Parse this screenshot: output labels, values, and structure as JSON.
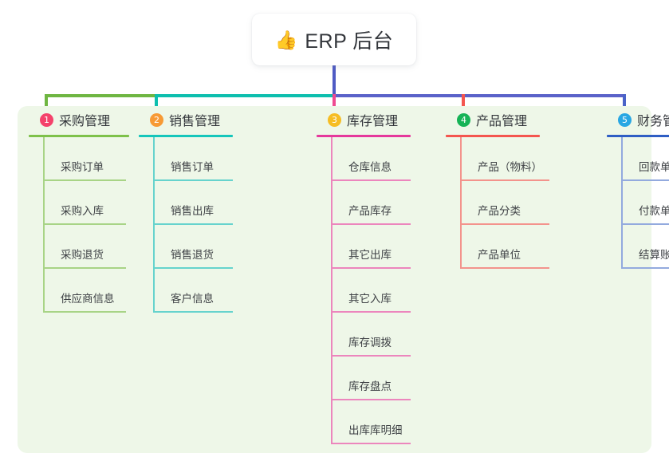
{
  "root": {
    "icon": "thumbs-up-emoji",
    "icon_glyph": "👍",
    "title": "ERP 后台"
  },
  "panel": {
    "background_color": "#eef7e8"
  },
  "columns": [
    {
      "number": "1",
      "title": "采购管理",
      "badge_color": "#f4426b",
      "rule_color": "#7ec14a",
      "line_color": "#a8d486",
      "connector_color": "#6fb642",
      "items": [
        {
          "label": "采购订单"
        },
        {
          "label": "采购入库"
        },
        {
          "label": "采购退货"
        },
        {
          "label": "供应商信息"
        }
      ]
    },
    {
      "number": "2",
      "title": "销售管理",
      "badge_color": "#f79a35",
      "rule_color": "#16c6bb",
      "line_color": "#66d3cd",
      "connector_color": "#0dbfae",
      "items": [
        {
          "label": "销售订单"
        },
        {
          "label": "销售出库"
        },
        {
          "label": "销售退货"
        },
        {
          "label": "客户信息"
        }
      ]
    },
    {
      "number": "3",
      "title": "库存管理",
      "badge_color": "#f6bd23",
      "rule_color": "#e5399c",
      "line_color": "#ec86bd",
      "connector_color": "#ef4a91",
      "items": [
        {
          "label": "仓库信息"
        },
        {
          "label": "产品库存"
        },
        {
          "label": "其它出库"
        },
        {
          "label": "其它入库"
        },
        {
          "label": "库存调拨"
        },
        {
          "label": "库存盘点"
        },
        {
          "label": "出库库明细"
        }
      ]
    },
    {
      "number": "4",
      "title": "产品管理",
      "badge_color": "#16b356",
      "rule_color": "#f4564f",
      "line_color": "#f3938c",
      "connector_color": "#f4564f",
      "items": [
        {
          "label": "产品（物料）"
        },
        {
          "label": "产品分类"
        },
        {
          "label": "产品单位"
        }
      ]
    },
    {
      "number": "5",
      "title": "财务管理",
      "badge_color": "#29a7e3",
      "rule_color": "#2f5ec4",
      "line_color": "#93aade",
      "connector_color": "#4a63c8",
      "items": [
        {
          "label": "回款单"
        },
        {
          "label": "付款单"
        },
        {
          "label": "结算账户"
        }
      ]
    }
  ],
  "connector_bar": {
    "stem_color": "#4f5bc4",
    "segment_left_color": "#6fb642",
    "segment_mid_color": "#0dbfae",
    "segment_right_color": "#5a62c9"
  }
}
